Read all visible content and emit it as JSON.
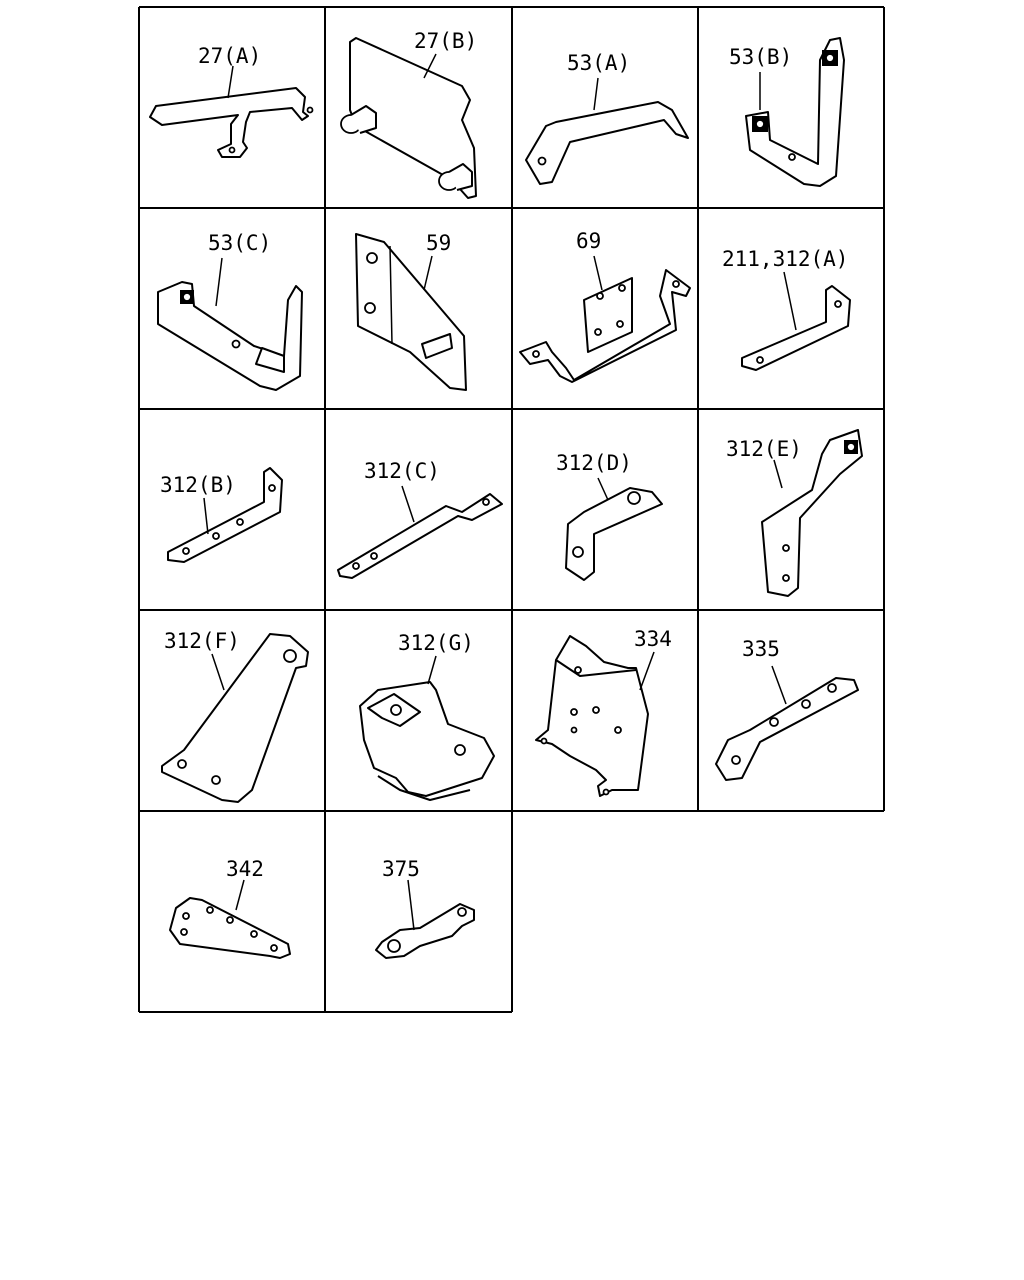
{
  "parts": [
    {
      "label": "27(A)"
    },
    {
      "label": "27(B)"
    },
    {
      "label": "53(A)"
    },
    {
      "label": "53(B)"
    },
    {
      "label": "53(C)"
    },
    {
      "label": "59"
    },
    {
      "label": "69"
    },
    {
      "label": "211,312(A)"
    },
    {
      "label": "312(B)"
    },
    {
      "label": "312(C)"
    },
    {
      "label": "312(D)"
    },
    {
      "label": "312(E)"
    },
    {
      "label": "312(F)"
    },
    {
      "label": "312(G)"
    },
    {
      "label": "334"
    },
    {
      "label": "335"
    },
    {
      "label": "342"
    },
    {
      "label": "375"
    }
  ]
}
